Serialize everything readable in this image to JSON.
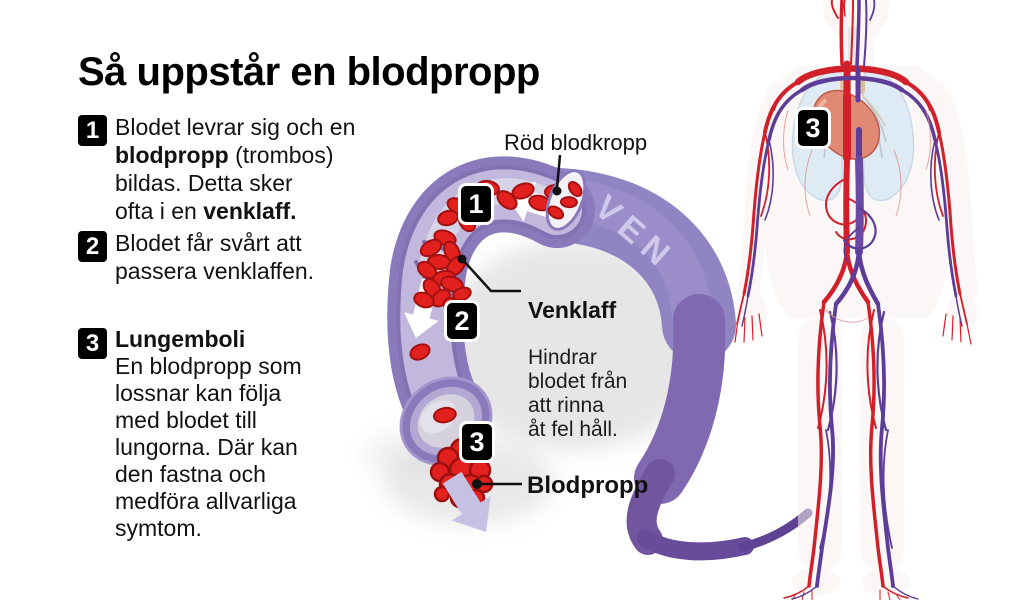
{
  "title": "Så uppstår en blodpropp",
  "steps": [
    {
      "num": "1",
      "segments": [
        {
          "t": "Blodet levrar sig och en\n"
        },
        {
          "t": "blodpropp",
          "b": true
        },
        {
          "t": " (trombos)\nbildas. Detta sker\nofta i en "
        },
        {
          "t": "venklaff.",
          "b": true
        }
      ]
    },
    {
      "num": "2",
      "segments": [
        {
          "t": "Blodet får svårt att\npassera venklaffen."
        }
      ]
    },
    {
      "num": "3",
      "segments": [
        {
          "t": "Lungemboli",
          "b": true
        },
        {
          "t": "\nEn blodpropp som\nlossnar kan följa\nmed blodet till\nlungorna. Där kan\nden fastna och\nmedföra allvarliga\nsymtom."
        }
      ]
    }
  ],
  "vein": {
    "ven_label": "VEN",
    "marker1": "1",
    "marker2": "2",
    "marker3": "3",
    "labels": {
      "red_blood_cell": "Röd blodkropp",
      "valve_title": "Venklaff",
      "valve_desc": "Hindrar\nblodet från\natt rinna\nåt fel håll.",
      "clot": "Blodpropp"
    }
  },
  "body_figure": {
    "marker3": "3"
  },
  "colors": {
    "vein_wall": "#8a7abc",
    "vein_lumen": "#c2b8de",
    "swoosh_dark": "#684c9b",
    "blood_red": "#e2201e",
    "badge_black": "#000000",
    "flow_arrow_white": "#ffffff",
    "travel_arrow_lilac": "#c6c0e2",
    "artery_red": "#d2202b",
    "vein_purple": "#5d3d97",
    "lung_blue": "#dce9f4",
    "heart_pink": "#e08a76"
  }
}
